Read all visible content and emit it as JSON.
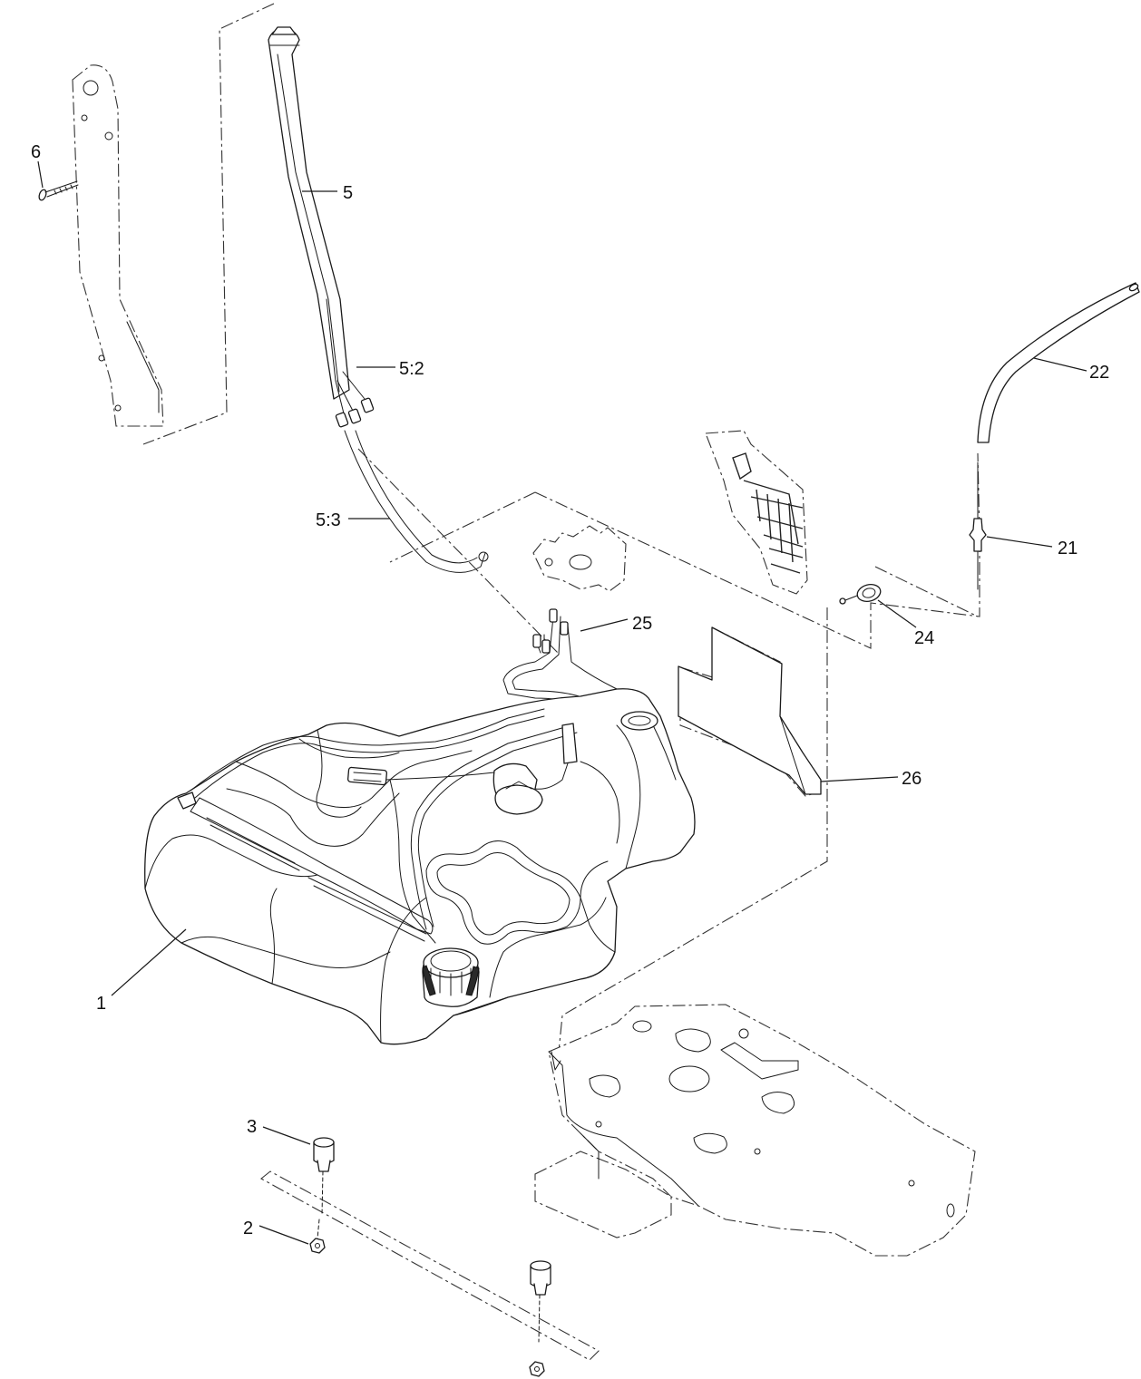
{
  "callouts": {
    "c1": "1",
    "c2": "2",
    "c3": "3",
    "c5": "5",
    "c5_2": "5:2",
    "c5_3": "5:3",
    "c6": "6",
    "c21": "21",
    "c22": "22",
    "c24": "24",
    "c25": "25",
    "c26": "26"
  }
}
